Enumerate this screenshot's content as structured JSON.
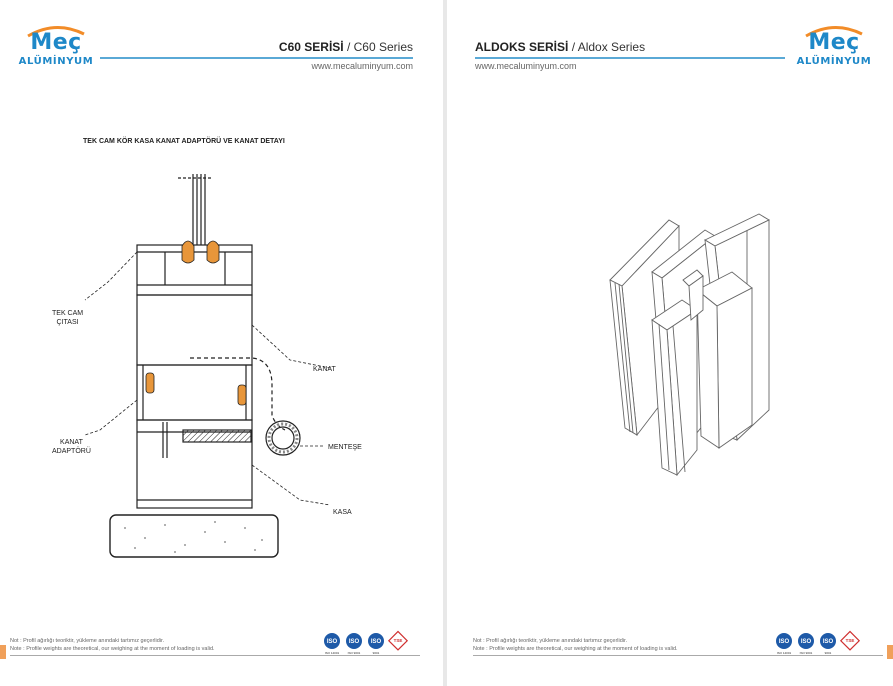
{
  "brand": {
    "name": "Meç",
    "sub": "ALÜMİNYUM",
    "color": "#1e88c8",
    "accent": "#f28c28"
  },
  "left_page": {
    "series_bold": "C60 SERİSİ",
    "series_rest": "/ C60 Series",
    "url": "www.mecaluminyum.com",
    "figure_title": "TEK CAM KÖR KASA KANAT ADAPTÖRÜ VE KANAT DETAYI",
    "labels": {
      "tek_cam_1": "TEK CAM",
      "tek_cam_2": "ÇITASI",
      "kanat": "KANAT",
      "kanat_adaptoru_1": "KANAT",
      "kanat_adaptoru_2": "ADAPTÖRÜ",
      "mentese": "MENTEŞE",
      "kasa": "KASA"
    },
    "note_1": "Not   : Profil ağırlığı teoriktir, yükleme anındaki tartımız geçerlidir.",
    "note_2": "Note : Profile weights are theoretical, our weighing at the moment of loading is valid."
  },
  "right_page": {
    "series_bold": "ALDOKS SERİSİ",
    "series_rest": "/ Aldox Series",
    "url": "www.mecaluminyum.com",
    "note_1": "Not   : Profil ağırlığı teoriktir, yükleme anındaki tartımız geçerlidir.",
    "note_2": "Note : Profile weights are theoretical, our weighing at the moment of loading is valid."
  },
  "certifications": [
    {
      "mark": "ISO",
      "caption": "ISO 14001"
    },
    {
      "mark": "ISO",
      "caption": "ISO 9001"
    },
    {
      "mark": "ISO",
      "caption": "9001"
    },
    {
      "mark": "TSE",
      "caption": ""
    }
  ]
}
